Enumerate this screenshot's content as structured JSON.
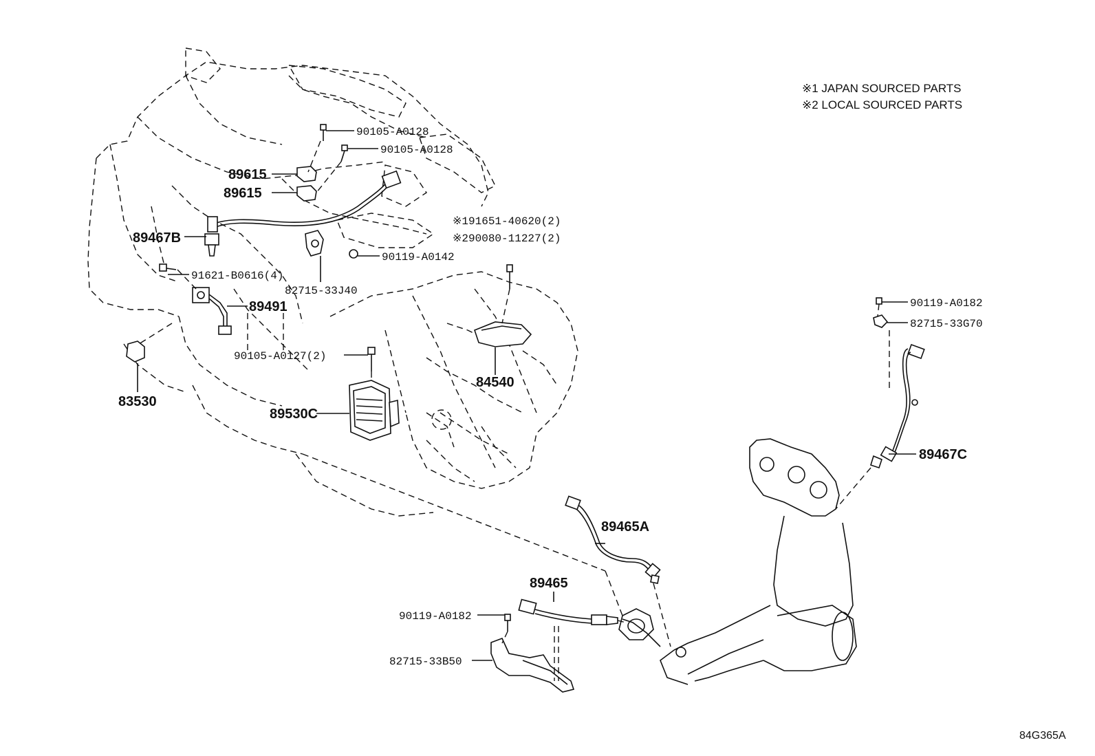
{
  "notes": {
    "note1": "※1 JAPAN SOURCED PARTS",
    "note2": "※2 LOCAL SOURCED PARTS"
  },
  "labels": {
    "p_90105_a0128_1": "90105-A0128",
    "p_90105_a0128_2": "90105-A0128",
    "p_89615_1": "89615",
    "p_89615_2": "89615",
    "p_91651": "※191651-40620(2)",
    "p_90080": "※290080-11227(2)",
    "p_89467b": "89467B",
    "p_90119_a0142": "90119-A0142",
    "p_91621": "91621-B0616(4)",
    "p_82715_33j40": "82715-33J40",
    "p_89491": "89491",
    "p_90105_a0127": "90105-A0127(2)",
    "p_84540": "84540",
    "p_83530": "83530",
    "p_89530c": "89530C",
    "p_90119_a0182_r": "90119-A0182",
    "p_82715_33g70": "82715-33G70",
    "p_89467c": "89467C",
    "p_89465a": "89465A",
    "p_89465": "89465",
    "p_90119_a0182_l": "90119-A0182",
    "p_82715_33b50": "82715-33B50"
  },
  "figure_code": "84G365A"
}
